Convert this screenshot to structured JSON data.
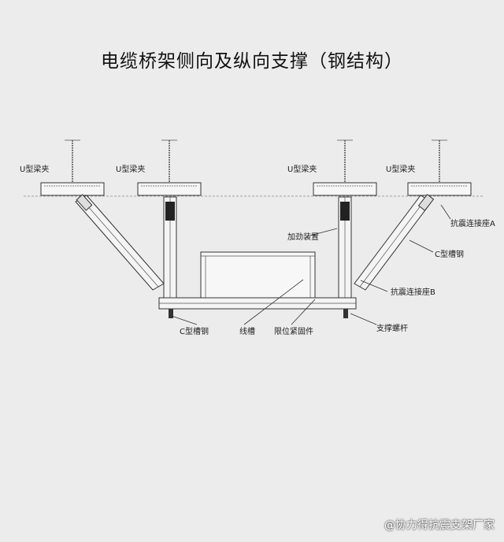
{
  "title": "电缆桥架侧向及纵向支撑（钢结构）",
  "labels": {
    "u_clamp": "U型梁夹",
    "seismic_seat_a": "抗震连接座A",
    "stiffener": "加劲装置",
    "c_channel": "C型槽钢",
    "seismic_seat_b": "抗震连接座B",
    "cable_tray": "线槽",
    "limit_fastener": "限位紧固件",
    "support_rod": "支撑螺杆"
  },
  "watermark": "@协力得抗震支架厂家"
}
